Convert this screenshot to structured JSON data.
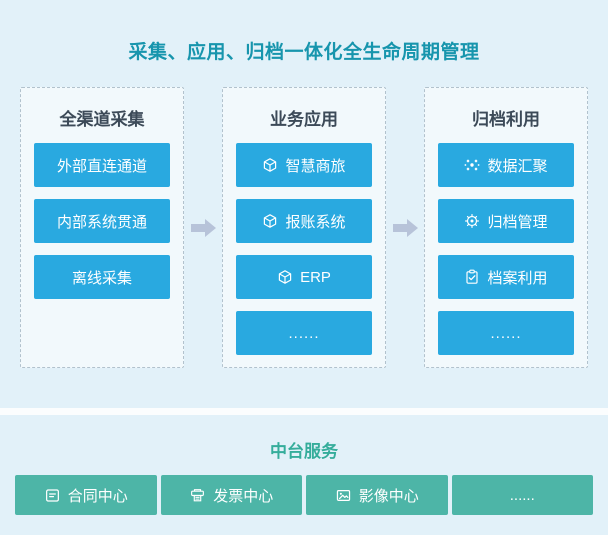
{
  "title": "采集、应用、归档一体化全生命周期管理",
  "flow": {
    "columns": [
      {
        "header": "全渠道采集",
        "items": [
          {
            "label": "外部直连通道"
          },
          {
            "label": "内部系统贯通"
          },
          {
            "label": "离线采集"
          }
        ]
      },
      {
        "header": "业务应用",
        "items": [
          {
            "icon": "cube-icon",
            "label": "智慧商旅"
          },
          {
            "icon": "cube-icon",
            "label": "报账系统"
          },
          {
            "icon": "cube-icon",
            "label": "ERP"
          },
          {
            "label": "......"
          }
        ]
      },
      {
        "header": "归档利用",
        "items": [
          {
            "icon": "data-converge-icon",
            "label": "数据汇聚"
          },
          {
            "icon": "gear-icon",
            "label": "归档管理"
          },
          {
            "icon": "clipboard-check-icon",
            "label": "档案利用"
          },
          {
            "label": "......"
          }
        ]
      }
    ]
  },
  "platform": {
    "header": "中台服务",
    "items": [
      {
        "icon": "contract-document-icon",
        "label": "合同中心"
      },
      {
        "icon": "invoice-printer-icon",
        "label": "发票中心"
      },
      {
        "icon": "image-icon",
        "label": "影像中心"
      },
      {
        "label": "......"
      }
    ]
  },
  "colors": {
    "background": "#e2f1f9",
    "title_text": "#1795ad",
    "column_header_text": "#3c4a58",
    "primary_button": "#29a9e0",
    "button_text": "#ffffff",
    "dashed_border": "#b2c2cd",
    "flow_arrow": "#b7c3d9",
    "platform_header_text": "#35ad9b",
    "platform_button": "#4db5a7"
  }
}
